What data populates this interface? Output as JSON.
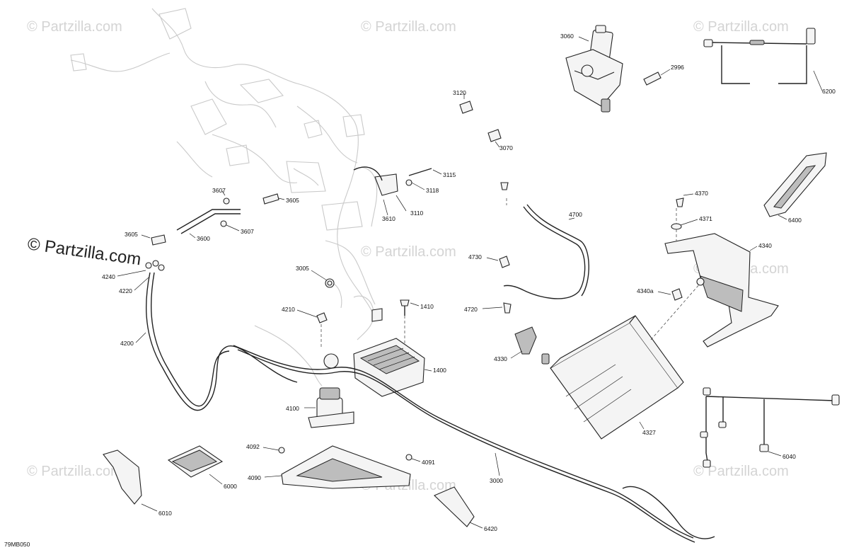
{
  "watermark": {
    "text": "© Partzilla.com",
    "primary": "© Partzilla.com"
  },
  "drawing_code": "79MB050",
  "callouts": {
    "p3060": "3060",
    "p2996": "2996",
    "p6200": "6200",
    "p3120": "3120",
    "p3070": "3070",
    "p3115": "3115",
    "p3118": "3118",
    "p3110": "3110",
    "p3610": "3610",
    "p3607a": "3607",
    "p3605a": "3605",
    "p3607b": "3607",
    "p3605b": "3605",
    "p3600": "3600",
    "p4240": "4240",
    "p4220": "4220",
    "p4200": "4200",
    "p3005": "3005",
    "p4210": "4210",
    "p1410": "1410",
    "p1400": "1400",
    "p4100": "4100",
    "p4700": "4700",
    "p4730": "4730",
    "p4720": "4720",
    "p4330": "4330",
    "p4327": "4327",
    "p4370": "4370",
    "p4371": "4371",
    "p4340": "4340",
    "p4340a": "4340a",
    "p6400": "6400",
    "p6040": "6040",
    "p4092": "4092",
    "p4091": "4091",
    "p4090": "4090",
    "p3000": "3000",
    "p6000": "6000",
    "p6010": "6010",
    "p6420": "6420"
  }
}
